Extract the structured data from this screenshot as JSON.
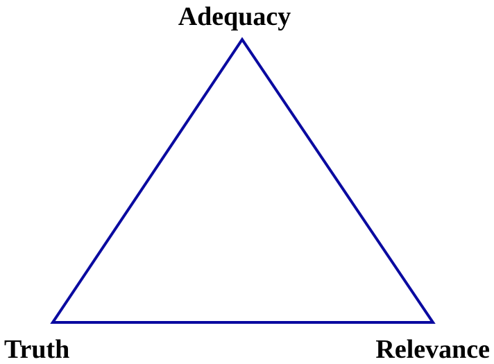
{
  "diagram": {
    "vertices": {
      "top": "Adequacy",
      "bottom_left": "Truth",
      "bottom_right": "Relevance"
    },
    "colors": {
      "triangle_stroke": "#0a0aa0",
      "label_text": "#000000",
      "background": "#ffffff"
    }
  }
}
